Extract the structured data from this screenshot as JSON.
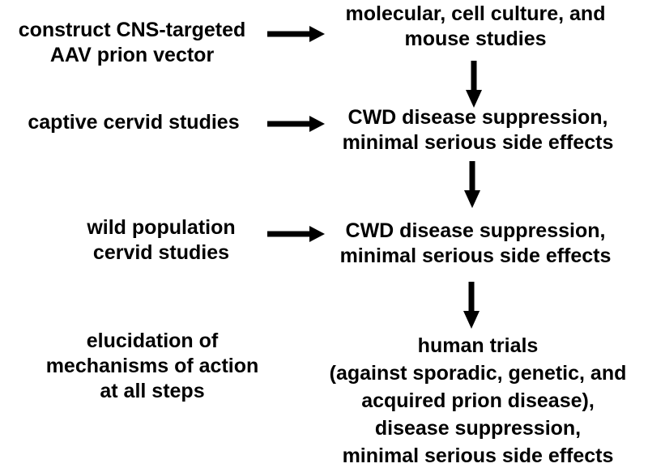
{
  "colors": {
    "background": "#ffffff",
    "text": "#000000",
    "arrow": "#000000"
  },
  "diagram": {
    "type": "flowchart",
    "left_column": [
      {
        "id": "construct-vector",
        "lines": [
          "construct CNS-targeted",
          "AAV prion vector"
        ]
      },
      {
        "id": "captive-cervid",
        "lines": [
          "captive cervid studies"
        ]
      },
      {
        "id": "wild-population",
        "lines": [
          "wild population",
          "cervid studies"
        ]
      },
      {
        "id": "elucidation",
        "lines": [
          "elucidation of",
          "mechanisms of action",
          "at all steps"
        ]
      }
    ],
    "right_column": [
      {
        "id": "molecular-studies",
        "lines": [
          "molecular, cell culture, and",
          "mouse studies"
        ]
      },
      {
        "id": "cwd-suppression-1",
        "lines": [
          "CWD disease suppression,",
          "minimal serious side effects"
        ]
      },
      {
        "id": "cwd-suppression-2",
        "lines": [
          "CWD disease suppression,",
          "minimal serious side effects"
        ]
      },
      {
        "id": "human-trials",
        "lines": [
          "human trials",
          "(against sporadic, genetic, and",
          "acquired prion disease),",
          "disease suppression,",
          "minimal serious side effects"
        ]
      }
    ],
    "connections": [
      {
        "from": "construct-vector",
        "to": "molecular-studies",
        "direction": "right"
      },
      {
        "from": "captive-cervid",
        "to": "cwd-suppression-1",
        "direction": "right"
      },
      {
        "from": "wild-population",
        "to": "cwd-suppression-2",
        "direction": "right"
      },
      {
        "from": "molecular-studies",
        "to": "cwd-suppression-1",
        "direction": "down"
      },
      {
        "from": "cwd-suppression-1",
        "to": "cwd-suppression-2",
        "direction": "down"
      },
      {
        "from": "cwd-suppression-2",
        "to": "human-trials",
        "direction": "down"
      }
    ]
  }
}
